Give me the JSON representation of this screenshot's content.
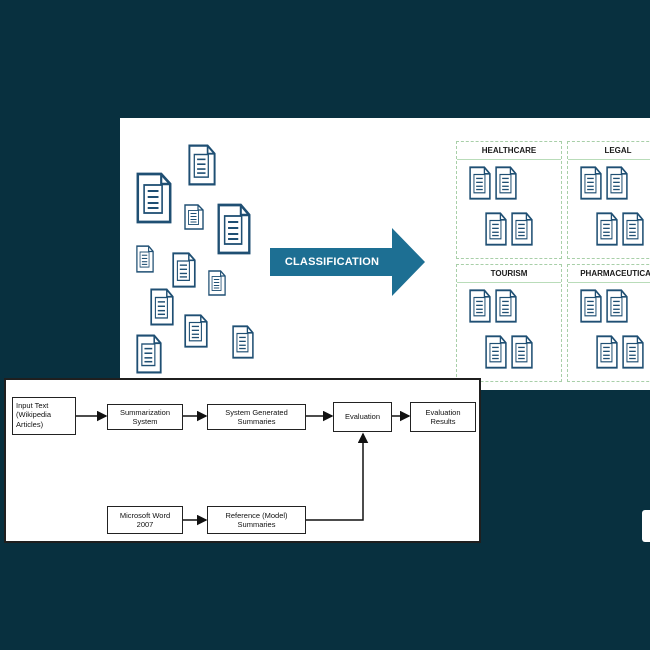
{
  "classification": {
    "arrow_label": "CLASSIFICATION",
    "arrow_color": "#1d6f93",
    "doc_icon": "document-icon",
    "doc_icon_color": "#1f4f73",
    "categories": [
      {
        "id": "healthcare",
        "label": "HEALTHCARE"
      },
      {
        "id": "legal",
        "label": "LEGAL"
      },
      {
        "id": "tourism",
        "label": "TOURISM"
      },
      {
        "id": "pharmaceutical",
        "label": "PHARMACEUTICAL"
      }
    ]
  },
  "flow": {
    "boxes": {
      "input_text": "Input Text\n(Wikipedia Articles)",
      "summarization_system": "Summarization System",
      "system_generated_summaries": "System Generated Summaries",
      "evaluation": "Evaluation",
      "evaluation_results": "Evaluation Results",
      "microsoft_word": "Microsoft Word 2007",
      "reference_summaries": "Reference (Model) Summaries"
    }
  },
  "colors": {
    "background": "#08303f",
    "panel": "#ffffff"
  }
}
